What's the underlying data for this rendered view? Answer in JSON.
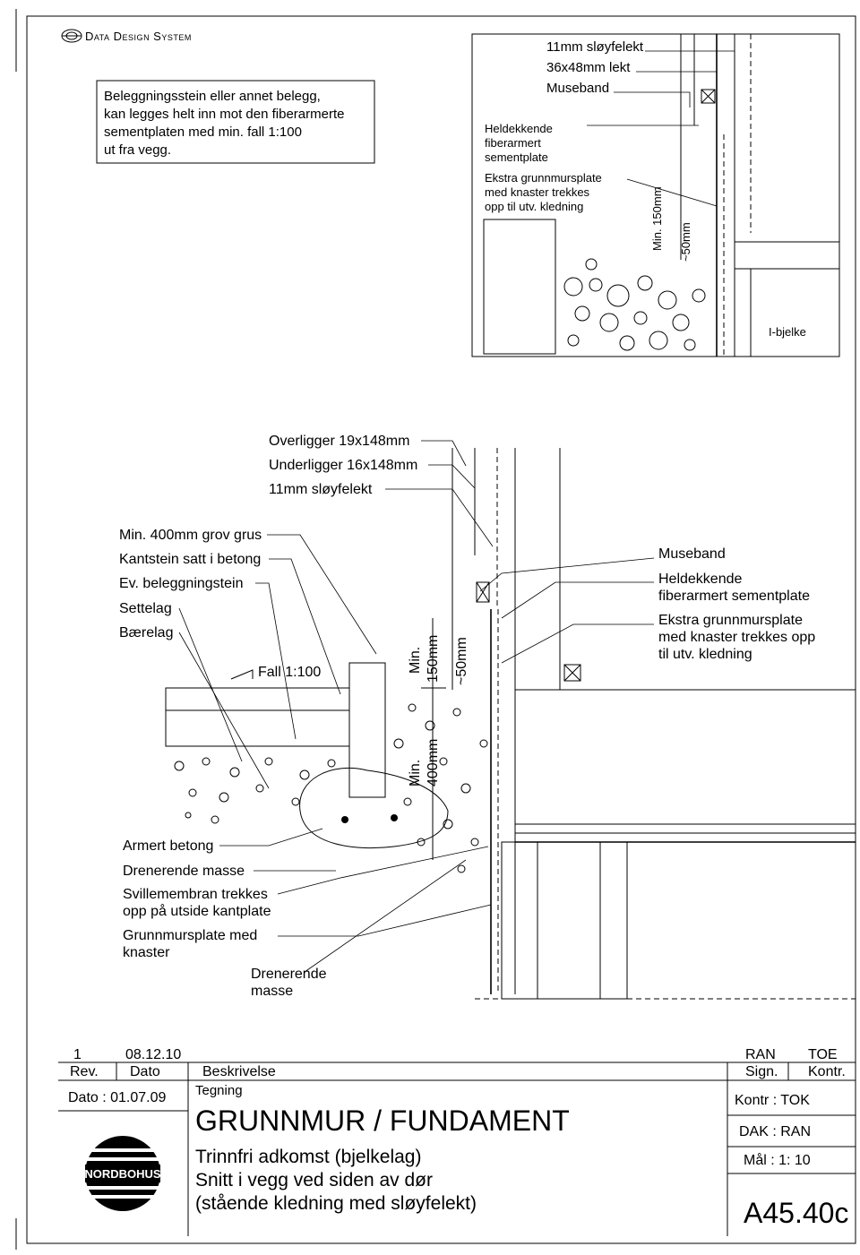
{
  "header": {
    "company": "Data Design System"
  },
  "top_detail": {
    "note": [
      "Beleggningsstein eller annet belegg,",
      "kan legges helt inn mot den fiberarmerte",
      "sementplaten med min. fall 1:100",
      "ut fra vegg."
    ],
    "labels": {
      "sloyfelekt": "11mm sløyfelekt",
      "lekt": "36x48mm lekt",
      "museband": "Museband",
      "heldekkende": [
        "Heldekkende",
        "fiberarmert",
        "sementplate"
      ],
      "ekstra": [
        "Ekstra grunnmursplate",
        "med knaster trekkes",
        "opp til utv. kledning"
      ],
      "min150": "Min. 150mm",
      "approx50": "~50mm",
      "ibjelke": "I-bjelke"
    }
  },
  "main_detail": {
    "top_labels": [
      "Overligger 19x148mm",
      "Underligger 16x148mm",
      "11mm sløyfelekt"
    ],
    "left_labels": [
      "Min. 400mm grov grus",
      "Kantstein satt i betong",
      "Ev. beleggningstein",
      "Settelag",
      "Bærelag"
    ],
    "fall": "Fall 1:100",
    "min150": [
      "Min.",
      "150mm"
    ],
    "approx50": "~50mm",
    "min400": [
      "Min.",
      "400mm"
    ],
    "right_labels": {
      "museband": "Museband",
      "heldekkende": [
        "Heldekkende",
        "fiberarmert sementplate"
      ],
      "ekstra": [
        "Ekstra grunnmursplate",
        "med knaster trekkes opp",
        "til utv. kledning"
      ]
    },
    "bottom_labels": {
      "armert": "Armert betong",
      "drenerende": "Drenerende masse",
      "svillemembran": [
        "Svillemembran trekkes",
        "opp på utside kantplate"
      ],
      "grunnmursplate": [
        "Grunnmursplate med",
        "knaster"
      ],
      "drenerende2": [
        "Drenerende",
        "masse"
      ]
    }
  },
  "title_block": {
    "rev_no": "1",
    "rev_date": "08.12.10",
    "rev_label": "Rev.",
    "dato_label": "Dato",
    "beskrivelse_label": "Beskrivelse",
    "sign_value": "RAN",
    "sign_label": "Sign.",
    "kontr_value": "TOE",
    "kontr_label": "Kontr.",
    "dato": "Dato : 01.07.09",
    "tegning_label": "Tegning",
    "title": "GRUNNMUR / FUNDAMENT",
    "subtitle": [
      "Trinnfri adkomst  (bjelkelag)",
      "Snitt i vegg ved siden av dør",
      "(stående kledning med sløyfelekt)"
    ],
    "kontr": "Kontr : TOK",
    "dak": "DAK : RAN",
    "maal": "Mål : 1: 10",
    "drawing_no": "A45.40c",
    "logo_text": "NORDBOHUS"
  }
}
